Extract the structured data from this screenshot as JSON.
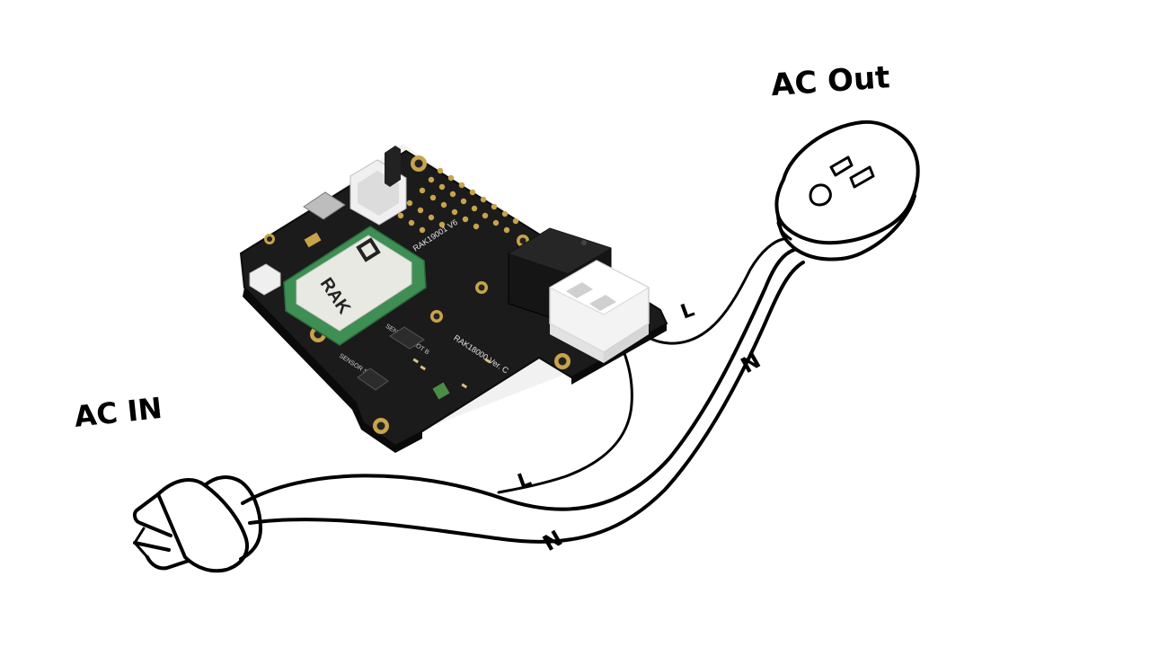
{
  "labels": {
    "ac_out": "AC Out",
    "ac_in": "AC IN",
    "line_top": "L",
    "neutral_top": "N",
    "line_bottom": "L",
    "neutral_bottom": "N"
  },
  "board": {
    "module_brand": "RAK",
    "board_name": "RAK19001 V6",
    "base_name": "RAK18000 Ver. C",
    "slot_a": "SENSOR SLOT A",
    "slot_b": "SENSOR SLOT B"
  },
  "colors": {
    "ink": "#000000",
    "pcb": "#1b1b1b",
    "pcb_edge": "#0c0c0c",
    "module_green": "#3f8f55",
    "module_white": "#e9e9e4",
    "gold": "#c9a34a",
    "terminal_white": "#f3f3f3",
    "relay_black": "#151515"
  }
}
